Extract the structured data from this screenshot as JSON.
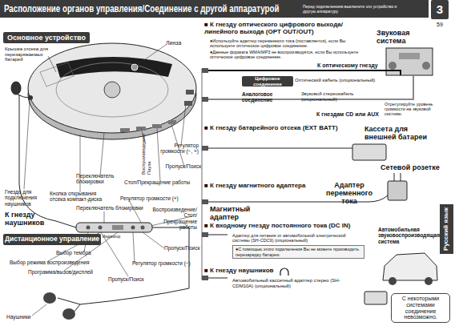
{
  "diagram": {
    "title": "Расположение органов управления/Соединение с другой аппаратурой",
    "nodes": [
      {
        "text": [
          "Основное устройство"
        ]
      },
      {
        "text": [
          "Дистанционное управление"
        ]
      },
      {
        "text": [
          "Цифровое соединение"
        ]
      },
      {
        "text": [
          "●С помощью этого подключения Вы не можете производить перезарядку батареи."
        ]
      },
      {
        "text": [
          "С некоторыми системами соединение невозможно."
        ]
      },
      {
        "text": [
          "3"
        ]
      },
      {
        "text": [
          "Русский язык"
        ]
      }
    ],
    "labels": [
      "Перед подключением выключите это устройство и другую аппаратуру",
      "59",
      "Крышка отсека для перезаряжаемых батарей",
      "Линза",
      "Регулятор громкости (−, +)",
      "Воспроизведение/Пауза",
      "Пропуск/Поиск",
      "Стоп/Прекращение работы",
      "Переключатель блокировки",
      "Гнездо для подключения наушников",
      "Кнопка открывания отсека компакт-диска",
      "Регулятор громкости (+)",
      "Переключатель блокировки",
      "К гнезду наушников",
      "Воспроизведение/Стоп/Прекращение работы",
      "Индикатор",
      "Выбор тембра",
      "Выбор режима воспроизведения",
      "Программа/вызов/дисплей",
      "Пропуск/Поиск",
      "Регулятор громкости (−)",
      "Пропуск/Поиск",
      "Наушники",
      "■ К гнезду оптического цифрового выхода/линейного выхода (OPT OUT/OUT)",
      "●Используйте адаптер переменного тока (поставляется), если Вы используете оптическое цифровое соединение.",
      "●Данные формата WMA/MP3 не воспроизводятся, если Вы используете оптическое цифровое соединение.",
      "К оптическому гнезду",
      "Звуковая система",
      "Оптический кабель (опциональный)",
      "Аналоговое соединение",
      "Звуковой стереокабель (опциональный)",
      "К гнездам CD или AUX",
      "Отрегулируйте уровень громкости на звуковой системе.",
      "■ К гнезду батарейного отсека (EXT BATT)",
      "Кассета для внешней батареи",
      "Сетевой розетке",
      "■ К гнезду магнитного адаптера",
      "Адаптер переменного тока",
      "Магнитный адаптер",
      "■ К входному гнезду постоянного тока (DC IN)",
      "Адаптер для питания от автомобильной электрической системы (SH-CDC9) (опциональный)",
      "Автомобильная звуковоспроизводящая система",
      "■ К гнезду наушников",
      "Автомобильный кассетный адаптер стерео (SH-CDM10A) (опциональный)"
    ]
  }
}
